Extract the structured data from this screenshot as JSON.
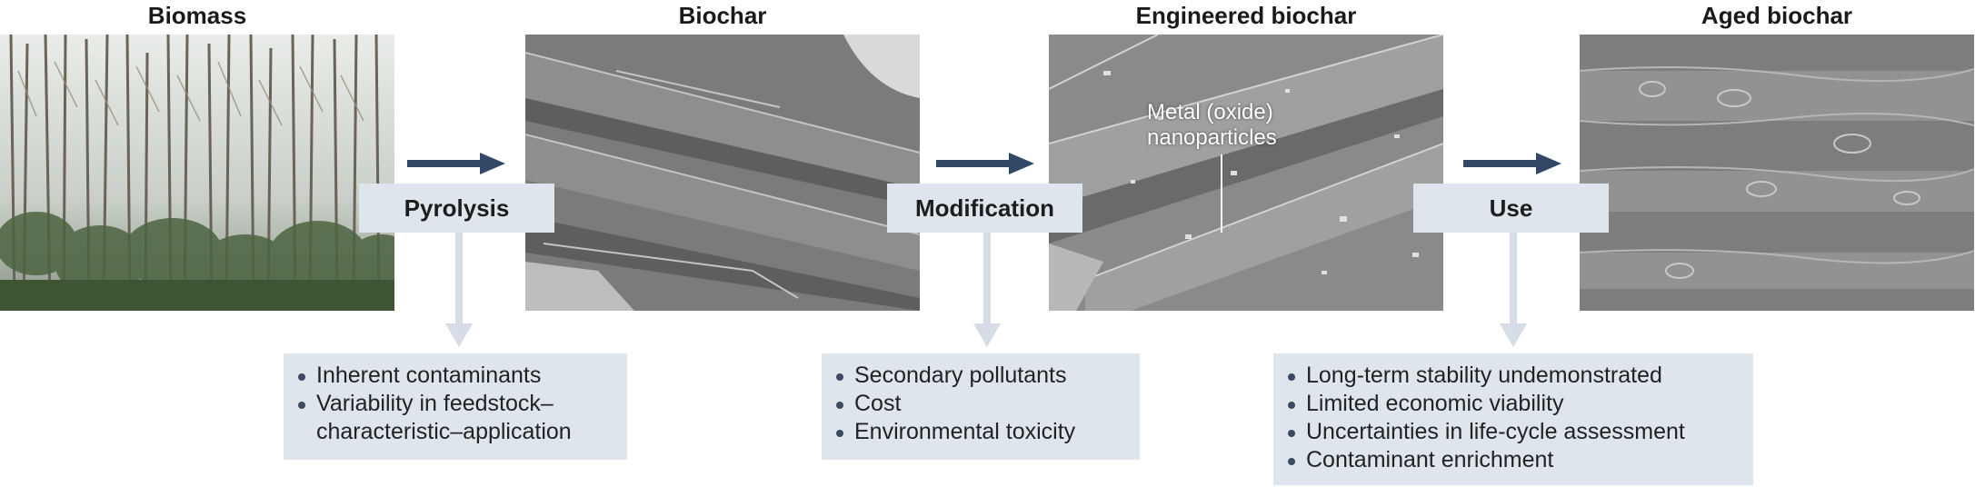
{
  "stages": [
    {
      "title": "Biomass"
    },
    {
      "title": "Biochar"
    },
    {
      "title": "Engineered biochar"
    },
    {
      "title": "Aged biochar"
    }
  ],
  "processes": [
    {
      "label": "Pyrolysis"
    },
    {
      "label": "Modification"
    },
    {
      "label": "Use"
    }
  ],
  "annotation": {
    "line1": "Metal (oxide)",
    "line2": "nanoparticles"
  },
  "issues": [
    {
      "items": [
        "Inherent contaminants",
        "Variability in feedstock–",
        "characteristic–application"
      ]
    },
    {
      "items": [
        "Secondary pollutants",
        "Cost",
        "Environmental toxicity"
      ]
    },
    {
      "items": [
        "Long-term stability undemonstrated",
        "Limited economic viability",
        "Uncertainties in life-cycle assessment",
        "Contaminant enrichment"
      ]
    }
  ],
  "colors": {
    "arrow": "#334866",
    "box_fill": "#dfe5ec",
    "down_arrow": "#d6dde6"
  }
}
